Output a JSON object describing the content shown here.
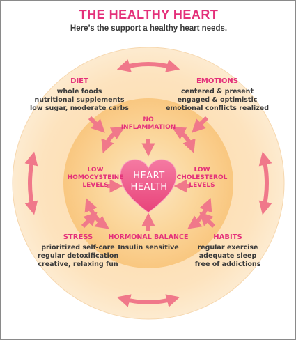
{
  "header": {
    "title": "THE HEALTHY HEART",
    "subtitle": "Here’s the support a healthy heart needs."
  },
  "center": {
    "line1": "HEART",
    "line2": "HEALTH"
  },
  "outer": {
    "diet": {
      "heading": "DIET",
      "lines": [
        "whole foods",
        "nutritional supplements",
        "low sugar, moderate carbs"
      ]
    },
    "emotions": {
      "heading": "EMOTIONS",
      "lines": [
        "centered & present",
        "engaged & optimistic",
        "emotional conflicts realized"
      ]
    },
    "stress": {
      "heading": "STRESS",
      "lines": [
        "prioritized self-care",
        "regular detoxification",
        "creative, relaxing fun"
      ]
    },
    "habits": {
      "heading": "HABITS",
      "lines": [
        "regular exercise",
        "adequate sleep",
        "free of addictions"
      ]
    }
  },
  "inner": {
    "top": [
      "NO",
      "INFLAMMATION"
    ],
    "left": [
      "LOW",
      "HOMOCYSTEINE",
      "LEVELS"
    ],
    "right": [
      "LOW",
      "CHOLESTEROL",
      "LEVELS"
    ],
    "bottom": {
      "heading": "HORMONAL BALANCE",
      "sub": "Insulin sensitive"
    }
  },
  "colors": {
    "accent": "#e4307a",
    "arrow": "#f0788a",
    "heart": "#ee5a8a",
    "outer_circle": "#fde6c4",
    "inner_circle": "#fbcf8c",
    "text": "#3a3a3a"
  }
}
